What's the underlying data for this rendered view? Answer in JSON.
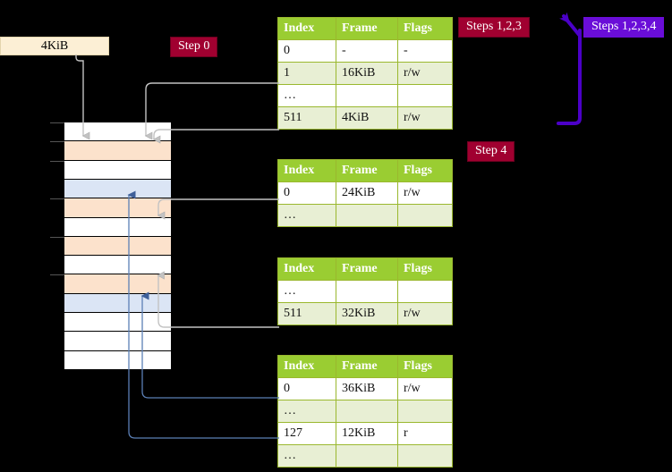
{
  "labels": {
    "size_box": "4KiB",
    "step0": "Step 0",
    "steps123": "Steps 1,2,3",
    "steps1234": "Steps 1,2,3,4",
    "step4": "Step 4"
  },
  "colors": {
    "badge_red": "#A00030",
    "badge_purple": "#6a0dd8",
    "table_header": "#9ACD32",
    "table_alt_row": "#E8EFD4",
    "highlight": "#FAFA8C",
    "mem_peach": "#FCE2CC",
    "mem_blue": "#DBE5F5",
    "size_box": "#FCEFD5",
    "connector_gray": "#b9b9b9",
    "connector_blue": "#5b7fb5",
    "bracket_purple": "#4b00c8"
  },
  "tables": [
    {
      "id": "t1",
      "headers": [
        "Index",
        "Frame",
        "Flags"
      ],
      "rows": [
        {
          "cells": [
            "0",
            "-",
            "-"
          ],
          "alt": false,
          "highlight": false
        },
        {
          "cells": [
            "1",
            "16KiB",
            "r/w"
          ],
          "alt": true,
          "highlight": false
        },
        {
          "cells": [
            "…",
            "",
            ""
          ],
          "alt": false,
          "highlight": false
        },
        {
          "cells": [
            "511",
            "4KiB",
            "r/w"
          ],
          "alt": true,
          "highlight": true
        }
      ]
    },
    {
      "id": "t2",
      "headers": [
        "Index",
        "Frame",
        "Flags"
      ],
      "rows": [
        {
          "cells": [
            "0",
            "24KiB",
            "r/w"
          ],
          "alt": false,
          "highlight": false
        },
        {
          "cells": [
            "…",
            "",
            ""
          ],
          "alt": true,
          "highlight": false
        }
      ]
    },
    {
      "id": "t3",
      "headers": [
        "Index",
        "Frame",
        "Flags"
      ],
      "rows": [
        {
          "cells": [
            "…",
            "",
            ""
          ],
          "alt": false,
          "highlight": false
        },
        {
          "cells": [
            "511",
            "32KiB",
            "r/w"
          ],
          "alt": true,
          "highlight": false
        }
      ]
    },
    {
      "id": "t4",
      "headers": [
        "Index",
        "Frame",
        "Flags"
      ],
      "rows": [
        {
          "cells": [
            "0",
            "36KiB",
            "r/w"
          ],
          "alt": false,
          "highlight": false
        },
        {
          "cells": [
            "…",
            "",
            ""
          ],
          "alt": true,
          "highlight": false
        },
        {
          "cells": [
            "127",
            "12KiB",
            "r"
          ],
          "alt": false,
          "highlight": false
        },
        {
          "cells": [
            "…",
            "",
            ""
          ],
          "alt": true,
          "highlight": false
        }
      ]
    }
  ],
  "memory_column": {
    "row_count": 13,
    "rows": [
      {
        "fill": "white",
        "tick": true
      },
      {
        "fill": "peach",
        "tick": true
      },
      {
        "fill": "white",
        "tick": true
      },
      {
        "fill": "blue",
        "tick": false
      },
      {
        "fill": "peach",
        "tick": true
      },
      {
        "fill": "white",
        "tick": false
      },
      {
        "fill": "peach",
        "tick": true
      },
      {
        "fill": "white",
        "tick": false
      },
      {
        "fill": "peach",
        "tick": true
      },
      {
        "fill": "blue",
        "tick": false
      },
      {
        "fill": "white",
        "tick": false
      },
      {
        "fill": "white",
        "tick": false
      },
      {
        "fill": "white",
        "tick": false
      }
    ]
  }
}
